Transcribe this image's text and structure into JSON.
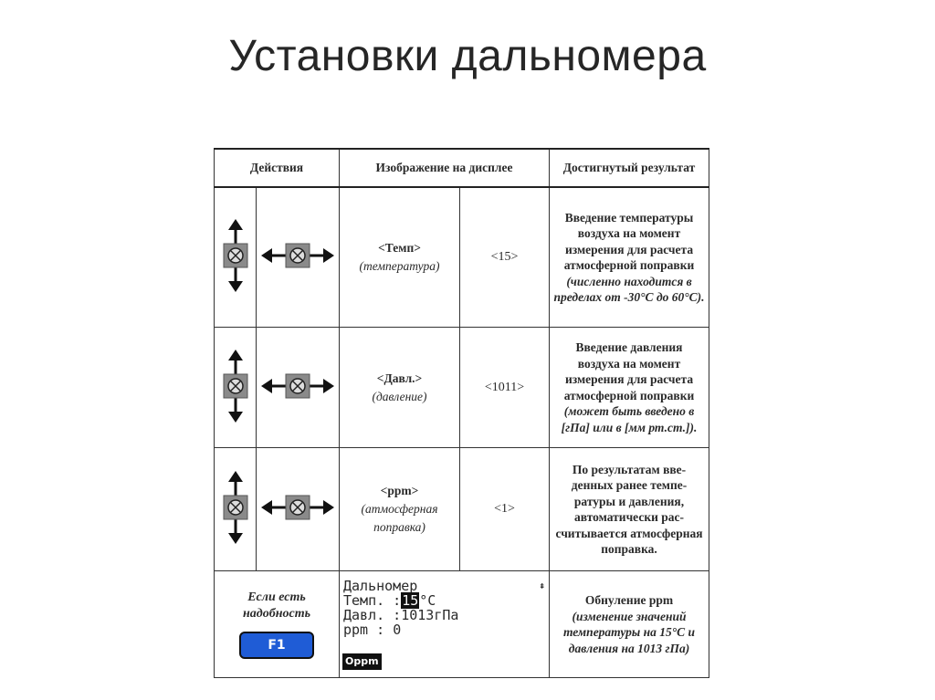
{
  "slide": {
    "title": "Установки дальномера"
  },
  "table": {
    "headers": {
      "actions": "Действия",
      "display": "Изображение на дисплее",
      "result": "Достигнутый результат"
    },
    "rows": [
      {
        "display_main": "<Темп>",
        "display_sub": "(температура)",
        "value": "<15>",
        "result_bold": "Введение температуры воздуха на момент измерения для расчета атмосферной поправки ",
        "result_italic": "(численно находится в пределах от -30°С до 60°С)."
      },
      {
        "display_main": "<Давл.>",
        "display_sub": "(давление)",
        "value": "<1011>",
        "result_bold": "Введение давления воздуха на момент измерения для расчета атмосферной поправки ",
        "result_italic": "(может быть введено в [гПа] или в [мм рт.ст.])."
      },
      {
        "display_main": "<ppm>",
        "display_sub": "(атмосферная поправка)",
        "value": "<1>",
        "result_bold": "По результатам вве-денных ранее темпе-ратуры и давления, автоматически рас-считывается атмосферная поправка.",
        "result_italic": ""
      }
    ],
    "last_row": {
      "if_needed": "Если есть надобность",
      "f1_label": "F1",
      "lcd": {
        "line1": "Дальномер",
        "temp_label": "Темп.  :",
        "temp_value": "15",
        "temp_unit": "°C",
        "press_label": "Давл.  :",
        "press_value": "1013",
        "press_unit": "гПа",
        "ppm_label": "ppm    :",
        "ppm_value": "0",
        "softkey": "Oppm",
        "arrow": "⇞"
      },
      "result_bold": "Обнуление ppm",
      "result_italic": "(изменение значений температуры на 15°С и давления на 1013 гПа)"
    }
  }
}
